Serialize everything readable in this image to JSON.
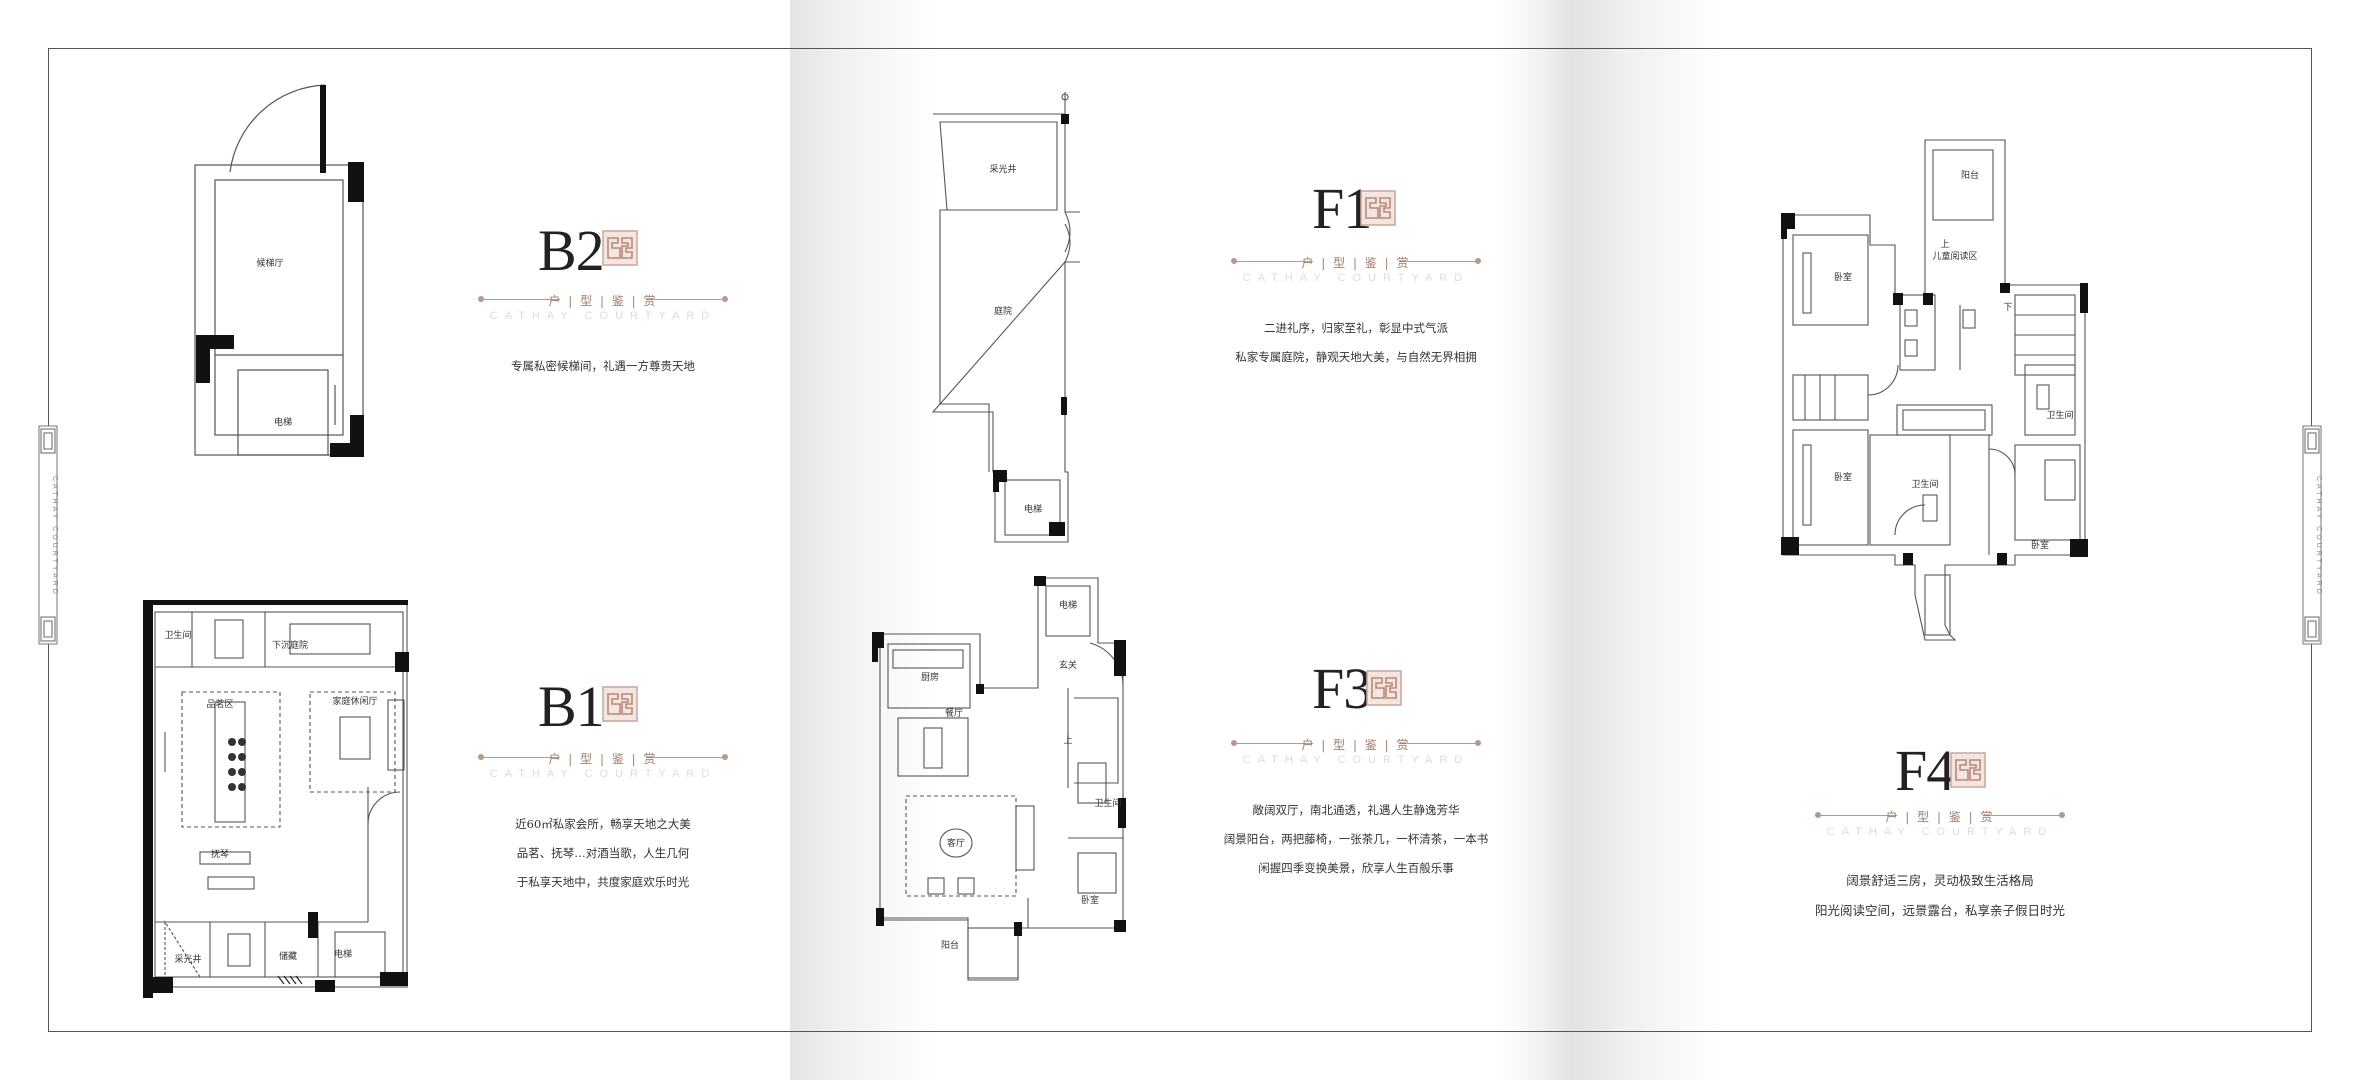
{
  "side_tab_text": "CATHAY COURTYARD",
  "tag": {
    "label": "户 | 型 | 鉴 | 赏",
    "en": "CATHAY COURTYARD"
  },
  "units": {
    "b2": {
      "title": "B2",
      "desc": [
        "专属私密候梯间，礼遇一方尊贵天地"
      ],
      "rooms": {
        "lobby": "候梯厅",
        "elevator": "电梯"
      }
    },
    "b1": {
      "title": "B1",
      "desc": [
        "近60㎡私家会所，畅享天地之大美",
        "品茗、抚琴…对酒当歌，人生几何",
        "于私享天地中，共度家庭欢乐时光"
      ],
      "rooms": {
        "bath": "卫生间",
        "garden": "下沉庭院",
        "tea": "品茗区",
        "family": "家庭休闲厅",
        "piano": "抚琴",
        "skylight": "采光井",
        "storage": "储藏",
        "elevator": "电梯"
      }
    },
    "f1": {
      "title": "F1",
      "desc": [
        "二进礼序，归家至礼，彰显中式气派",
        "私家专属庭院，静观天地大美，与自然无界相拥"
      ],
      "rooms": {
        "skylight": "采光井",
        "courtyard": "庭院",
        "elevator": "电梯"
      }
    },
    "f3": {
      "title": "F3",
      "desc": [
        "敞阔双厅，南北通透，礼遇人生静逸芳华",
        "阔景阳台，两把藤椅，一张茶几，一杯清茶，一本书",
        "闲握四季变换美景，欣享人生百般乐事"
      ],
      "rooms": {
        "elevator": "电梯",
        "kitchen": "厨房",
        "foyer": "玄关",
        "dining": "餐厅",
        "up": "上",
        "living": "客厅",
        "bath": "卫生间",
        "bedroom": "卧室",
        "balcony": "阳台"
      }
    },
    "f4": {
      "title": "F4",
      "desc": [
        "阔景舒适三房，灵动极致生活格局",
        "阳光阅读空间，远景露台，私享亲子假日时光"
      ],
      "rooms": {
        "balcony": "阳台",
        "up": "上",
        "kids": "儿童阅读区",
        "down": "下",
        "bed1": "卧室",
        "bed2": "卧室",
        "bed3": "卧室",
        "bath1": "卫生间",
        "bath2": "卫生间"
      }
    }
  }
}
